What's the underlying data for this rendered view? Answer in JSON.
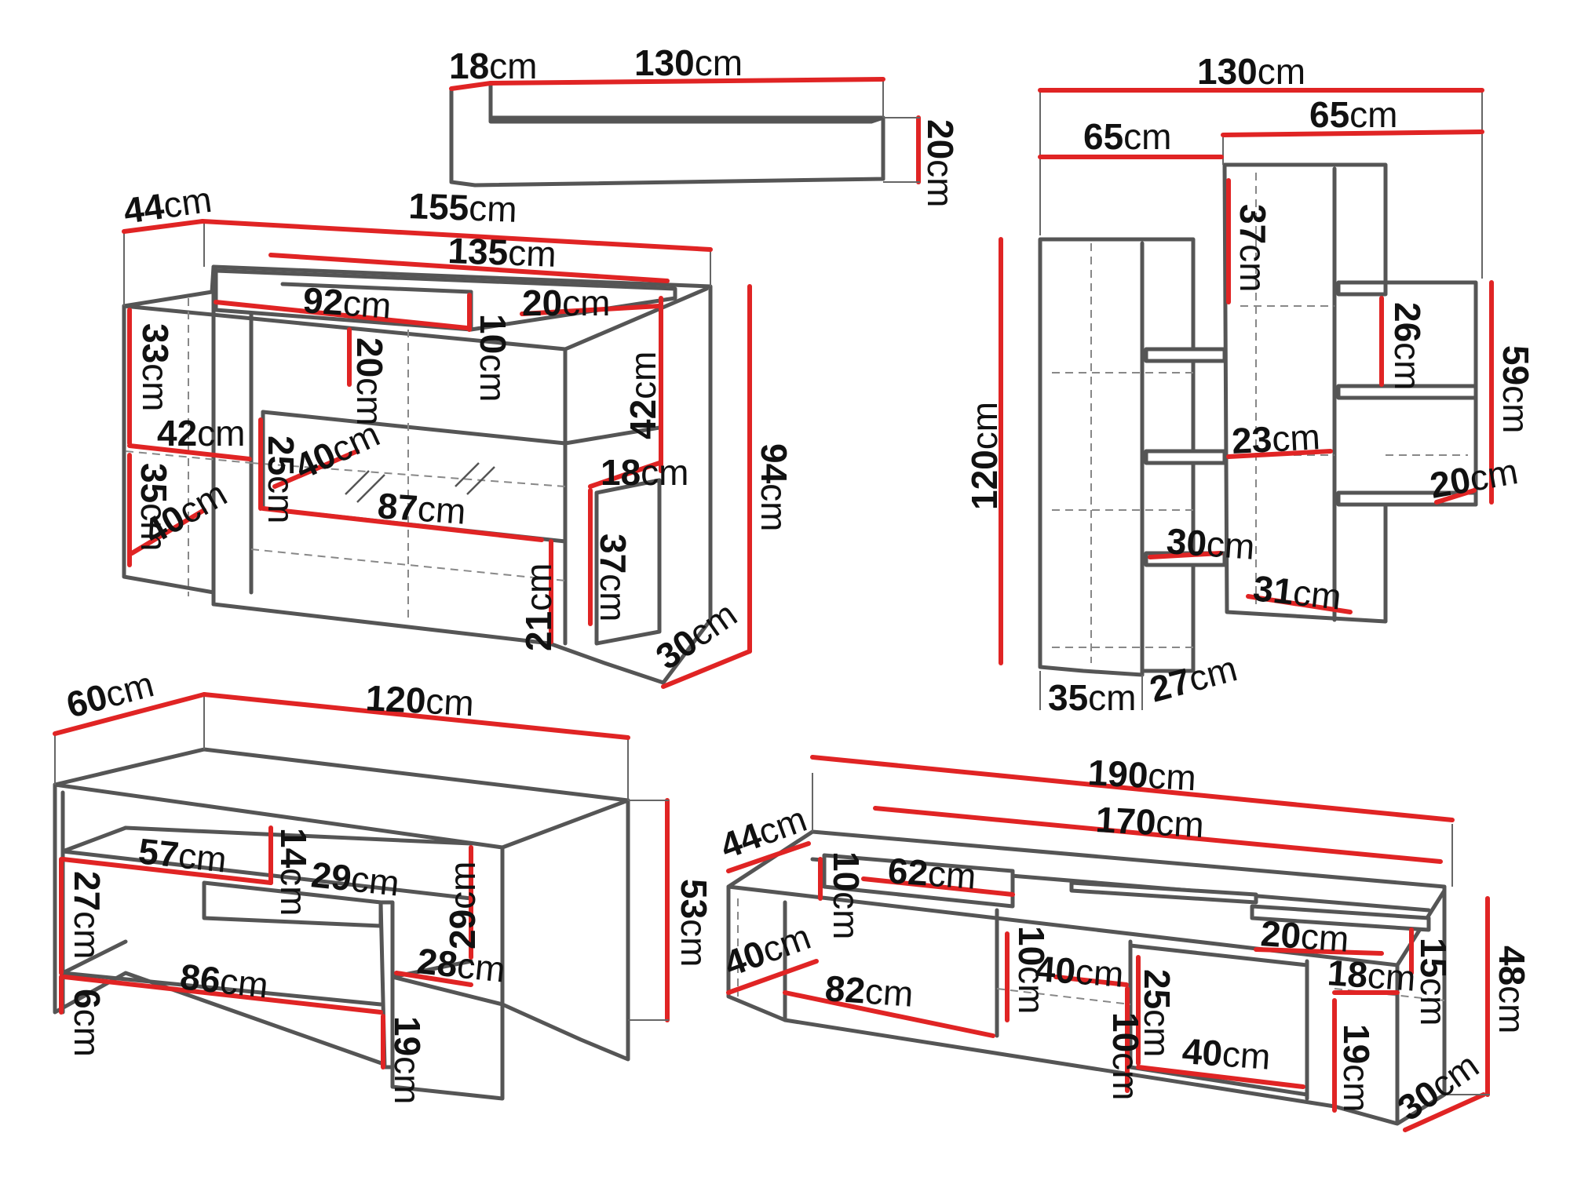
{
  "accent_color": "#e02424",
  "outline_color": "#555555",
  "units": "cm",
  "dimensions": {
    "shelf": {
      "depth": "18",
      "width": "130",
      "height": "20"
    },
    "sideboard": {
      "depth": "44",
      "width_total": "155",
      "width_body": "135",
      "top_compartment": "92",
      "top_compartment_height": "20",
      "top_lip": "10",
      "right_top_depth": "20",
      "right_top_height": "42",
      "left_upper_height": "33",
      "left_upper_depth": "42",
      "left_lower_height": "35",
      "left_lower_depth": "40",
      "drawer_height": "25",
      "drawer_depth": "40",
      "drawer_width": "87",
      "side_niche_depth": "18",
      "side_niche_height": "37",
      "front_lower_height": "21",
      "height": "94",
      "bottom_depth": "30"
    },
    "bookcase": {
      "width_total": "130",
      "left_width": "65",
      "right_width": "65",
      "height": "120",
      "upper_right_height": "37",
      "right_shelf_height": "26",
      "right_tower_height": "59",
      "mid_depth": "23",
      "right_shelf_depth": "20",
      "lower_left_depth": "30",
      "lower_depth": "31",
      "base_depth": "35",
      "base_side": "27"
    },
    "desk": {
      "depth": "60",
      "width": "120",
      "shelf_width": "57",
      "shelf_gap": "14",
      "cubby_width": "29",
      "left_height": "27",
      "cubby_height": "29",
      "cubby_depth": "28",
      "bottom_width": "86",
      "kick": "6",
      "lower_height": "19",
      "height": "53"
    },
    "tv_unit": {
      "width_total": "190",
      "width_body": "170",
      "depth": "44",
      "top_lip": "10",
      "top_compartment": "62",
      "flap_depth": "20",
      "flap_height": "15",
      "left_depth": "40",
      "left_width": "82",
      "mid_lip": "10",
      "mid_depth": "40",
      "mid_bottom": "10",
      "drawer_height": "25",
      "drawer_depth": "40",
      "side_depth": "18",
      "side_height": "19",
      "height": "48",
      "bottom_depth": "30"
    }
  }
}
